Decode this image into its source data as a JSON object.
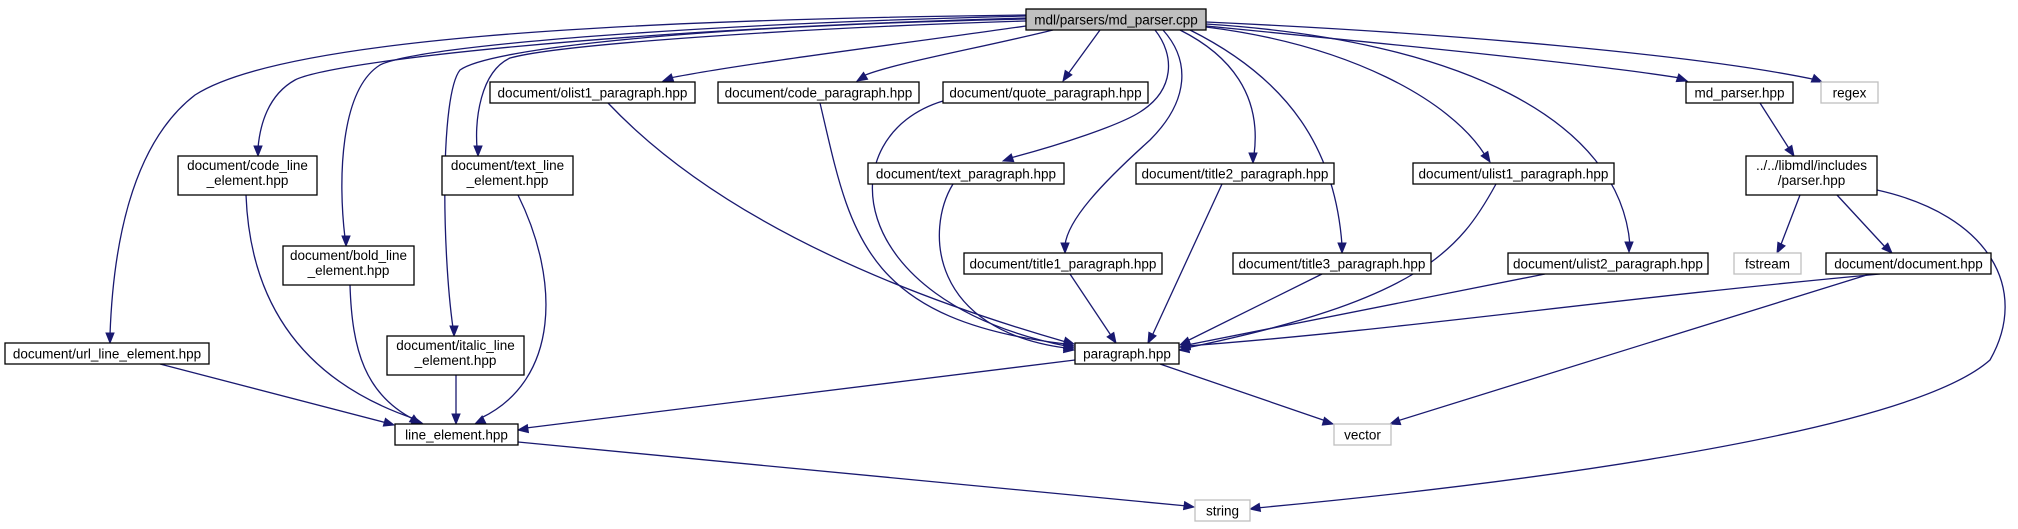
{
  "diagram": {
    "title": "",
    "colors": {
      "edge": "#191970",
      "root_fill": "#bfbfbf",
      "node_border": "#000000",
      "external_border": "#bfbfbf"
    },
    "nodes": [
      {
        "id": "root",
        "lines": [
          "mdl/parsers/md_parser.cpp"
        ],
        "kind": "root"
      },
      {
        "id": "olist1",
        "lines": [
          "document/olist1_paragraph.hpp"
        ],
        "kind": "local"
      },
      {
        "id": "code_par",
        "lines": [
          "document/code_paragraph.hpp"
        ],
        "kind": "local"
      },
      {
        "id": "quote",
        "lines": [
          "document/quote_paragraph.hpp"
        ],
        "kind": "local"
      },
      {
        "id": "md_hpp",
        "lines": [
          "md_parser.hpp"
        ],
        "kind": "local"
      },
      {
        "id": "regex",
        "lines": [
          "regex"
        ],
        "kind": "external"
      },
      {
        "id": "code_line",
        "lines": [
          "document/code_line",
          "_element.hpp"
        ],
        "kind": "local"
      },
      {
        "id": "text_line",
        "lines": [
          "document/text_line",
          "_element.hpp"
        ],
        "kind": "local"
      },
      {
        "id": "text_par",
        "lines": [
          "document/text_paragraph.hpp"
        ],
        "kind": "local"
      },
      {
        "id": "title2",
        "lines": [
          "document/title2_paragraph.hpp"
        ],
        "kind": "local"
      },
      {
        "id": "ulist1",
        "lines": [
          "document/ulist1_paragraph.hpp"
        ],
        "kind": "local"
      },
      {
        "id": "parser_inc",
        "lines": [
          "../../libmdl/includes",
          "/parser.hpp"
        ],
        "kind": "local"
      },
      {
        "id": "bold",
        "lines": [
          "document/bold_line",
          "_element.hpp"
        ],
        "kind": "local"
      },
      {
        "id": "title1",
        "lines": [
          "document/title1_paragraph.hpp"
        ],
        "kind": "local"
      },
      {
        "id": "title3",
        "lines": [
          "document/title3_paragraph.hpp"
        ],
        "kind": "local"
      },
      {
        "id": "ulist2",
        "lines": [
          "document/ulist2_paragraph.hpp"
        ],
        "kind": "local"
      },
      {
        "id": "fstream",
        "lines": [
          "fstream"
        ],
        "kind": "external"
      },
      {
        "id": "document",
        "lines": [
          "document/document.hpp"
        ],
        "kind": "local"
      },
      {
        "id": "url",
        "lines": [
          "document/url_line_element.hpp"
        ],
        "kind": "local"
      },
      {
        "id": "italic",
        "lines": [
          "document/italic_line",
          "_element.hpp"
        ],
        "kind": "local"
      },
      {
        "id": "paragraph",
        "lines": [
          "paragraph.hpp"
        ],
        "kind": "local"
      },
      {
        "id": "line_el",
        "lines": [
          "line_element.hpp"
        ],
        "kind": "local"
      },
      {
        "id": "vector",
        "lines": [
          "vector"
        ],
        "kind": "external"
      },
      {
        "id": "string",
        "lines": [
          "string"
        ],
        "kind": "external"
      }
    ],
    "edges": [
      [
        "root",
        "olist1"
      ],
      [
        "root",
        "code_par"
      ],
      [
        "root",
        "quote"
      ],
      [
        "root",
        "md_hpp"
      ],
      [
        "root",
        "regex"
      ],
      [
        "root",
        "code_line"
      ],
      [
        "root",
        "text_line"
      ],
      [
        "root",
        "text_par"
      ],
      [
        "root",
        "title2"
      ],
      [
        "root",
        "ulist1"
      ],
      [
        "root",
        "bold"
      ],
      [
        "root",
        "title1"
      ],
      [
        "root",
        "title3"
      ],
      [
        "root",
        "ulist2"
      ],
      [
        "root",
        "url"
      ],
      [
        "root",
        "italic"
      ],
      [
        "md_hpp",
        "parser_inc"
      ],
      [
        "parser_inc",
        "fstream"
      ],
      [
        "parser_inc",
        "document"
      ],
      [
        "parser_inc",
        "string"
      ],
      [
        "olist1",
        "paragraph"
      ],
      [
        "code_par",
        "paragraph"
      ],
      [
        "quote",
        "paragraph"
      ],
      [
        "text_par",
        "paragraph"
      ],
      [
        "title2",
        "paragraph"
      ],
      [
        "ulist1",
        "paragraph"
      ],
      [
        "title1",
        "paragraph"
      ],
      [
        "title3",
        "paragraph"
      ],
      [
        "ulist2",
        "paragraph"
      ],
      [
        "document",
        "paragraph"
      ],
      [
        "document",
        "vector"
      ],
      [
        "code_line",
        "line_el"
      ],
      [
        "text_line",
        "line_el"
      ],
      [
        "bold",
        "line_el"
      ],
      [
        "italic",
        "line_el"
      ],
      [
        "url",
        "line_el"
      ],
      [
        "paragraph",
        "line_el"
      ],
      [
        "paragraph",
        "vector"
      ],
      [
        "line_el",
        "string"
      ]
    ]
  }
}
